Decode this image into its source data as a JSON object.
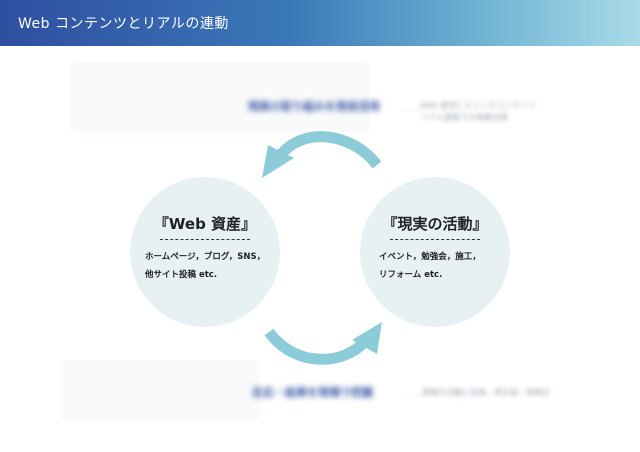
{
  "header": {
    "title": "Web コンテンツとリアルの連動"
  },
  "blurred_top": {
    "heading": "現実の取り組みを発信活用",
    "dots": "……",
    "desc_line1": "Web 発信にストックコンテンツ",
    "desc_line2": "リアル施策での実績活用"
  },
  "blurred_bottom": {
    "heading": "反応・結果を現場で把握",
    "dots": "……",
    "desc_line1": "現場の活動に反映、再企画・再検討"
  },
  "left_circle": {
    "title": "『Web 資産』",
    "line1": "ホームページ，ブログ，SNS，",
    "line2": "他サイト投稿 etc."
  },
  "right_circle": {
    "title": "『現実の活動』",
    "line1": "イベント，勉強会，施工，",
    "line2": "リフォーム etc."
  },
  "colors": {
    "arrow": "#8ccbd8",
    "circle_fill": "#e7f1f4",
    "header_start": "#2f4ea0",
    "header_end": "#a9dbe8"
  }
}
